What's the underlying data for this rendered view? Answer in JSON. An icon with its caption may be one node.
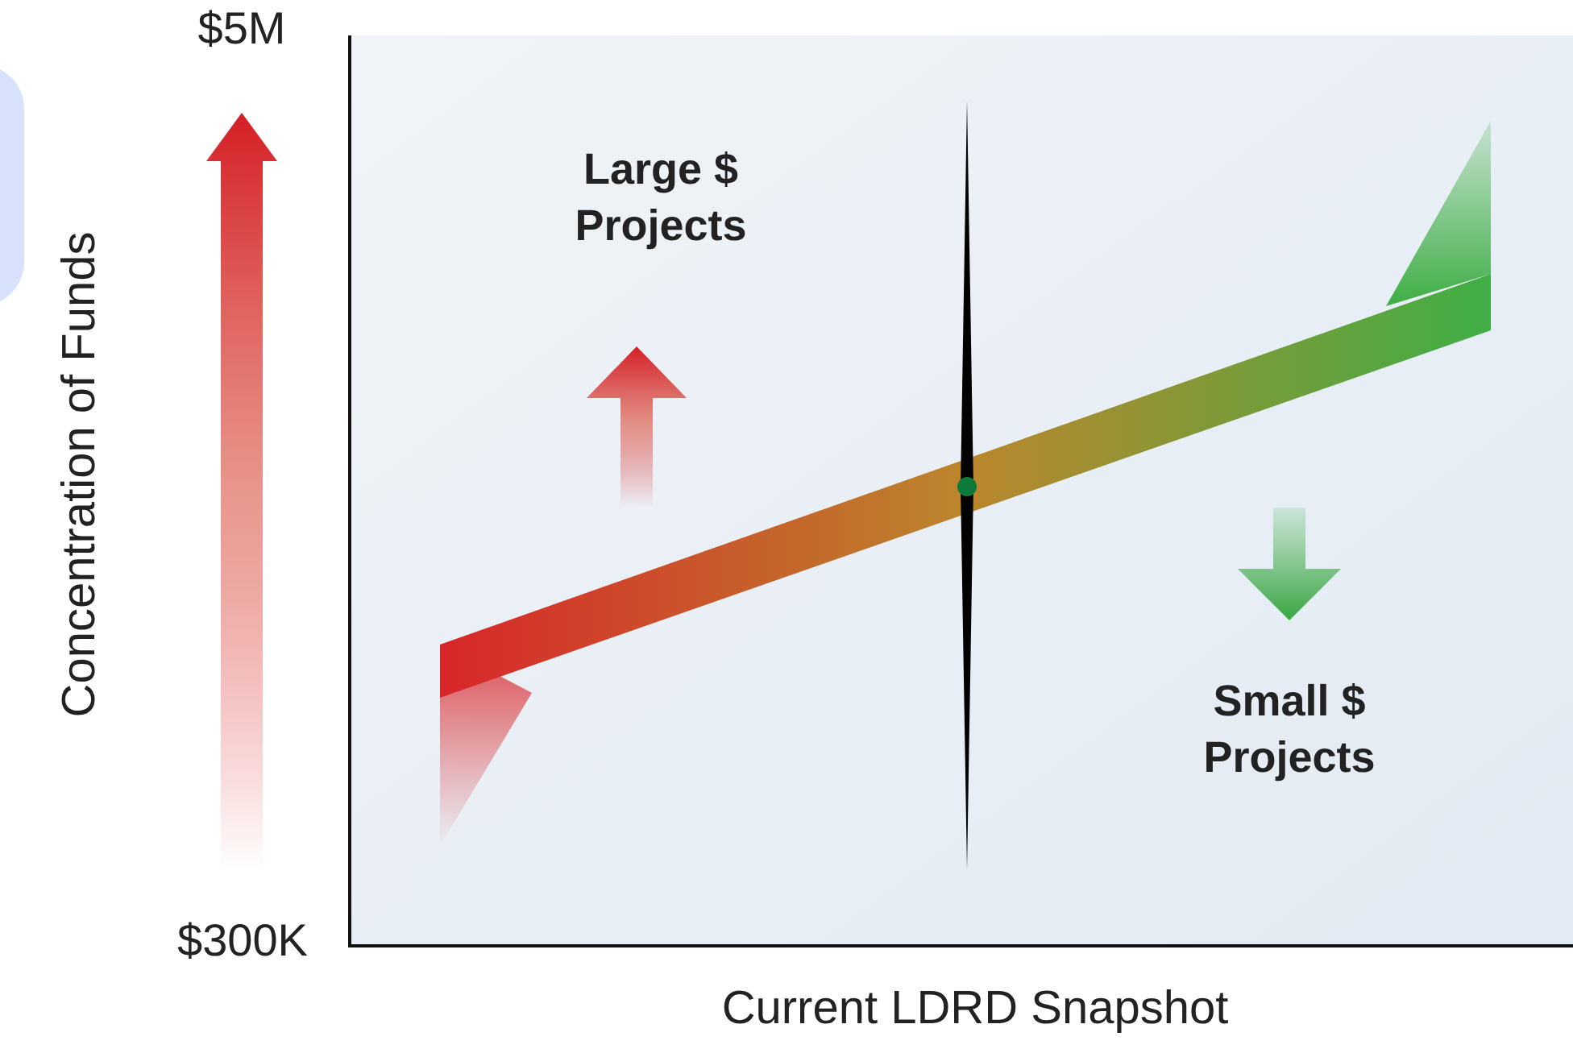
{
  "diagram": {
    "labels": [
      "$5M",
      "Concentration of Funds",
      "Large $ Projects",
      "Small $ Projects",
      "$300K",
      "Current LDRD Snapshot"
    ]
  }
}
